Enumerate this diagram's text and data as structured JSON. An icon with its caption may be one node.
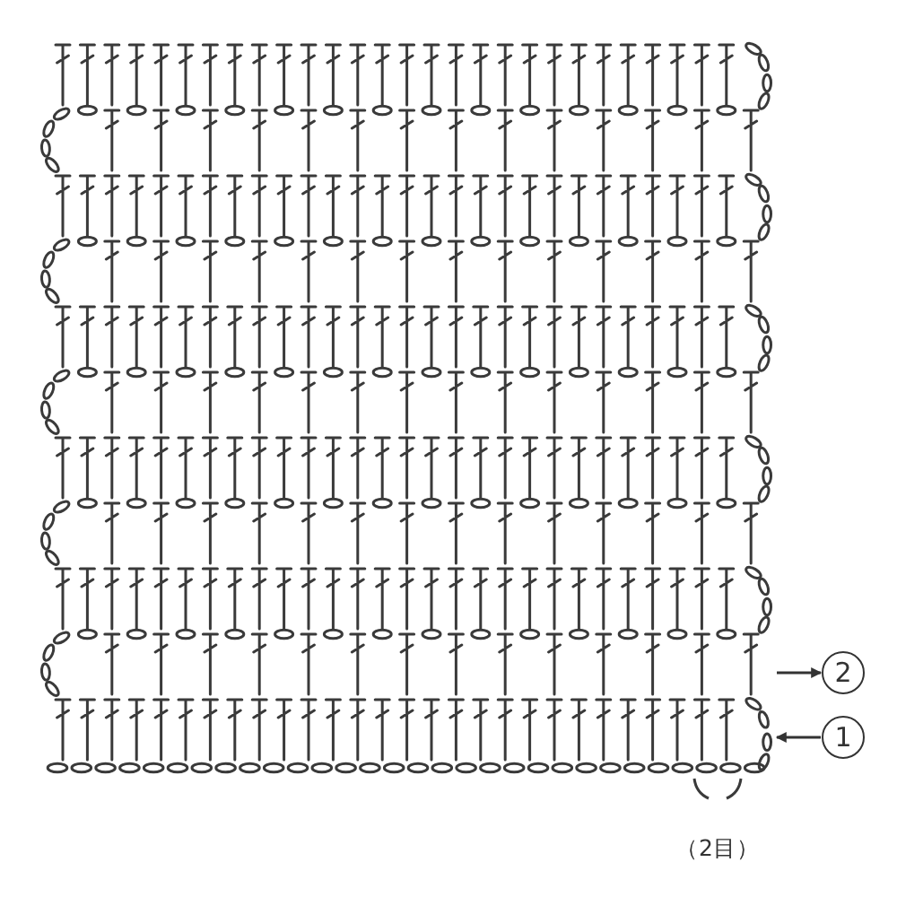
{
  "diagram": {
    "nodes": [
      {
        "text": [
          "2"
        ]
      },
      {
        "text": [
          "1"
        ]
      }
    ],
    "edges": [
      {
        "from": null,
        "to": 0,
        "arrow": "to"
      },
      {
        "from": 1,
        "to": null,
        "arrow": "to"
      }
    ],
    "labels": [
      "（2目）"
    ]
  }
}
